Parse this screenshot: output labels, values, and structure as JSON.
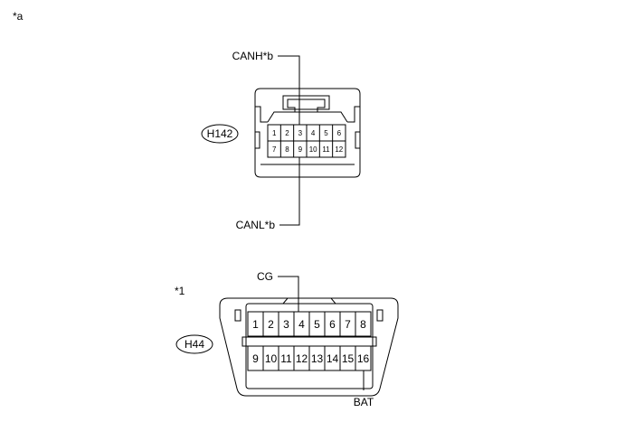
{
  "marks": {
    "top_left": "*a",
    "bottom_left": "*1"
  },
  "connector_h142": {
    "id": "H142",
    "top_wire_label": "CANH*b",
    "bottom_wire_label": "CANL*b",
    "pins_row1": [
      "1",
      "2",
      "3",
      "4",
      "5",
      "6"
    ],
    "pins_row2": [
      "7",
      "8",
      "9",
      "10",
      "11",
      "12"
    ]
  },
  "connector_h44": {
    "id": "H44",
    "top_wire_label": "CG",
    "bottom_wire_label": "BAT",
    "pins_row1": [
      "1",
      "2",
      "3",
      "4",
      "5",
      "6",
      "7",
      "8"
    ],
    "pins_row2": [
      "9",
      "10",
      "11",
      "12",
      "13",
      "14",
      "15",
      "16"
    ]
  }
}
